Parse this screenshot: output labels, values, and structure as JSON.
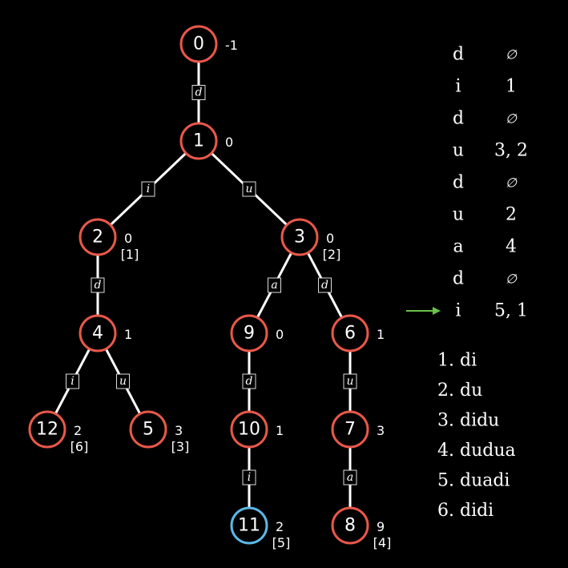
{
  "diagram": {
    "nodes": [
      {
        "id": "0",
        "value": "-1",
        "out": ""
      },
      {
        "id": "1",
        "value": "0",
        "out": ""
      },
      {
        "id": "2",
        "value": "0",
        "out": "[1]"
      },
      {
        "id": "3",
        "value": "0",
        "out": "[2]"
      },
      {
        "id": "4",
        "value": "1",
        "out": ""
      },
      {
        "id": "9",
        "value": "0",
        "out": ""
      },
      {
        "id": "6",
        "value": "1",
        "out": ""
      },
      {
        "id": "12",
        "value": "2",
        "out": "[6]"
      },
      {
        "id": "5",
        "value": "3",
        "out": "[3]"
      },
      {
        "id": "10",
        "value": "1",
        "out": ""
      },
      {
        "id": "7",
        "value": "3",
        "out": ""
      },
      {
        "id": "11",
        "value": "2",
        "out": "[5]",
        "highlight": true
      },
      {
        "id": "8",
        "value": "9",
        "out": "[4]"
      }
    ],
    "edges": [
      {
        "from": "0",
        "to": "1",
        "label": "d"
      },
      {
        "from": "1",
        "to": "2",
        "label": "i"
      },
      {
        "from": "1",
        "to": "3",
        "label": "u"
      },
      {
        "from": "2",
        "to": "4",
        "label": "d"
      },
      {
        "from": "3",
        "to": "9",
        "label": "a"
      },
      {
        "from": "3",
        "to": "6",
        "label": "d"
      },
      {
        "from": "4",
        "to": "12",
        "label": "i"
      },
      {
        "from": "4",
        "to": "5",
        "label": "u"
      },
      {
        "from": "9",
        "to": "10",
        "label": "d"
      },
      {
        "from": "6",
        "to": "7",
        "label": "u"
      },
      {
        "from": "10",
        "to": "11",
        "label": "i"
      },
      {
        "from": "7",
        "to": "8",
        "label": "a"
      }
    ]
  },
  "input_table": {
    "rows": [
      {
        "char": "d",
        "matches": "∅",
        "empty": true
      },
      {
        "char": "i",
        "matches": "1"
      },
      {
        "char": "d",
        "matches": "∅",
        "empty": true
      },
      {
        "char": "u",
        "matches": "3, 2"
      },
      {
        "char": "d",
        "matches": "∅",
        "empty": true
      },
      {
        "char": "u",
        "matches": "2"
      },
      {
        "char": "a",
        "matches": "4"
      },
      {
        "char": "d",
        "matches": "∅",
        "empty": true
      },
      {
        "char": "i",
        "matches": "5, 1"
      }
    ],
    "current_row": 8,
    "arrow_color": "#6cc24a"
  },
  "patterns": [
    "1. di",
    "2. du",
    "3. didu",
    "4. dudua",
    "5. duadi",
    "6. didi"
  ],
  "colors": {
    "node_border": "#e8584a",
    "highlight_border": "#5cb8e6",
    "background": "#000000"
  }
}
